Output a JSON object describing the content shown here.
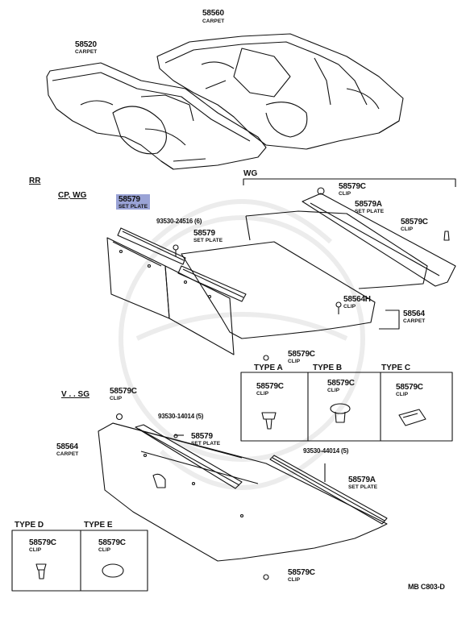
{
  "sections": {
    "rr": "RR",
    "cp_wg": "CP, WG",
    "wg": "WG",
    "v_sg": "V . . SG"
  },
  "parts": {
    "p58560": {
      "number": "58560",
      "name": "CARPET"
    },
    "p58520": {
      "number": "58520",
      "name": "CARPET"
    },
    "p58579_hl": {
      "number": "58579",
      "name": "SET PLATE"
    },
    "p58579_a": {
      "number": "58579",
      "name": "SET PLATE"
    },
    "bolt_24516": {
      "number": "93530-24516 (6)"
    },
    "clip_top": {
      "number": "58579C",
      "name": "CLIP"
    },
    "p58579A_top": {
      "number": "58579A",
      "name": "SET PLATE"
    },
    "clip_right": {
      "number": "58579C",
      "name": "CLIP"
    },
    "p58564H": {
      "number": "58564H",
      "name": "CLIP"
    },
    "p58564_top": {
      "number": "58564",
      "name": "CARPET"
    },
    "clip_mid": {
      "number": "58579C",
      "name": "CLIP"
    },
    "clip_vsg": {
      "number": "58579C",
      "name": "CLIP"
    },
    "bolt_14014": {
      "number": "93530-14014 (5)"
    },
    "p58579_b": {
      "number": "58579",
      "name": "SET PLATE"
    },
    "p58564_bot": {
      "number": "58564",
      "name": "CARPET"
    },
    "bolt_44014": {
      "number": "93530-44014 (5)"
    },
    "p58579A_bot": {
      "number": "58579A",
      "name": "SET PLATE"
    },
    "clip_bot": {
      "number": "58579C",
      "name": "CLIP"
    }
  },
  "types": {
    "a": {
      "title": "TYPE  A",
      "number": "58579C",
      "name": "CLIP"
    },
    "b": {
      "title": "TYPE  B",
      "number": "58579C",
      "name": "CLIP"
    },
    "c": {
      "title": "TYPE  C",
      "number": "58579C",
      "name": "CLIP"
    },
    "d": {
      "title": "TYPE  D",
      "number": "58579C",
      "name": "CLIP"
    },
    "e": {
      "title": "TYPE  E",
      "number": "58579C",
      "name": "CLIP"
    }
  },
  "footer_code": "MB  C803-D",
  "colors": {
    "ink": "#111111",
    "highlight": "#9aa3d6",
    "watermark": "#ececec"
  }
}
